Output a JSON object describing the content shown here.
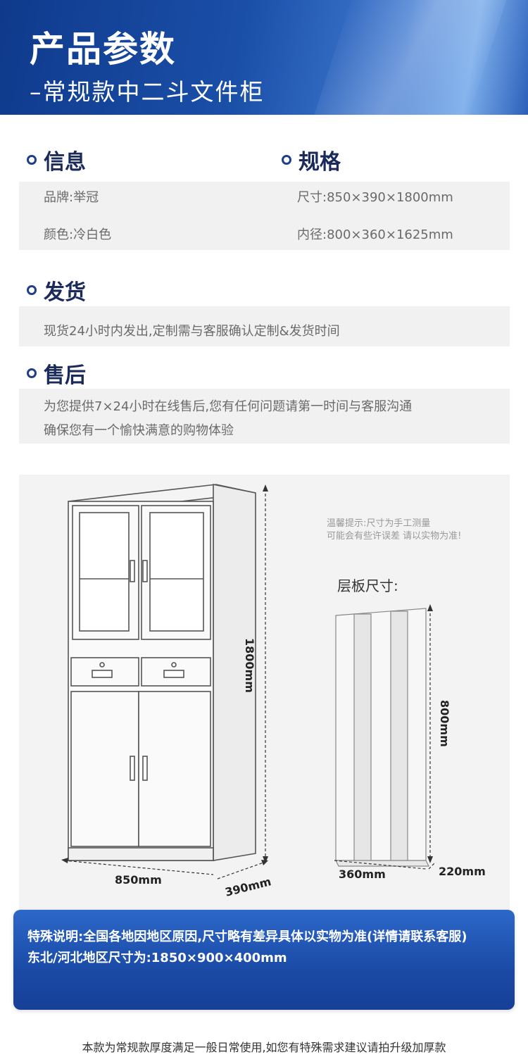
{
  "header": {
    "title": "产品参数",
    "subtitle": "–常规款中二斗文件柜"
  },
  "info": {
    "heading": "信息",
    "brand": "品牌:举冠",
    "color": "颜色:冷白色"
  },
  "spec": {
    "heading": "规格",
    "size": "尺寸:850×390×1800mm",
    "inner": "内径:800×360×1625mm"
  },
  "shipping": {
    "heading": "发货",
    "text": "现货24小时内发出,定制需与客服确认定制&发货时间"
  },
  "aftersale": {
    "heading": "售后",
    "line1": "为您提供7×24小时在线售后,您有任何问题请第一时间与客服沟通",
    "line2": "确保您有一个愉快满意的购物体验"
  },
  "diagram": {
    "height_label": "1800mm",
    "width_label": "850mm",
    "depth_label": "390mm",
    "tip_line1": "温馨提示:尺寸为手工测量",
    "tip_line2": "可能会有些许误差 请以实物为准!",
    "shelf_title": "层板尺寸:",
    "shelf_height_label": "800mm",
    "shelf_width_label": "360mm",
    "shelf_depth_label": "220mm"
  },
  "notice": {
    "line1": "特殊说明:全国各地因地区原因,尺寸略有差异具体以实物为准(详情请联系客服)",
    "line2": "东北/河北地区尺寸为:1850×900×400mm"
  },
  "footer": {
    "text": "本款为常规款厚度满足一般日常使用,如您有特殊需求建议请拍升级加厚款"
  },
  "colors": {
    "banner": "#1a4fa8",
    "heading": "#1a2a5a",
    "panel": "#f1f1f1",
    "notice": "#1a4aa6"
  }
}
